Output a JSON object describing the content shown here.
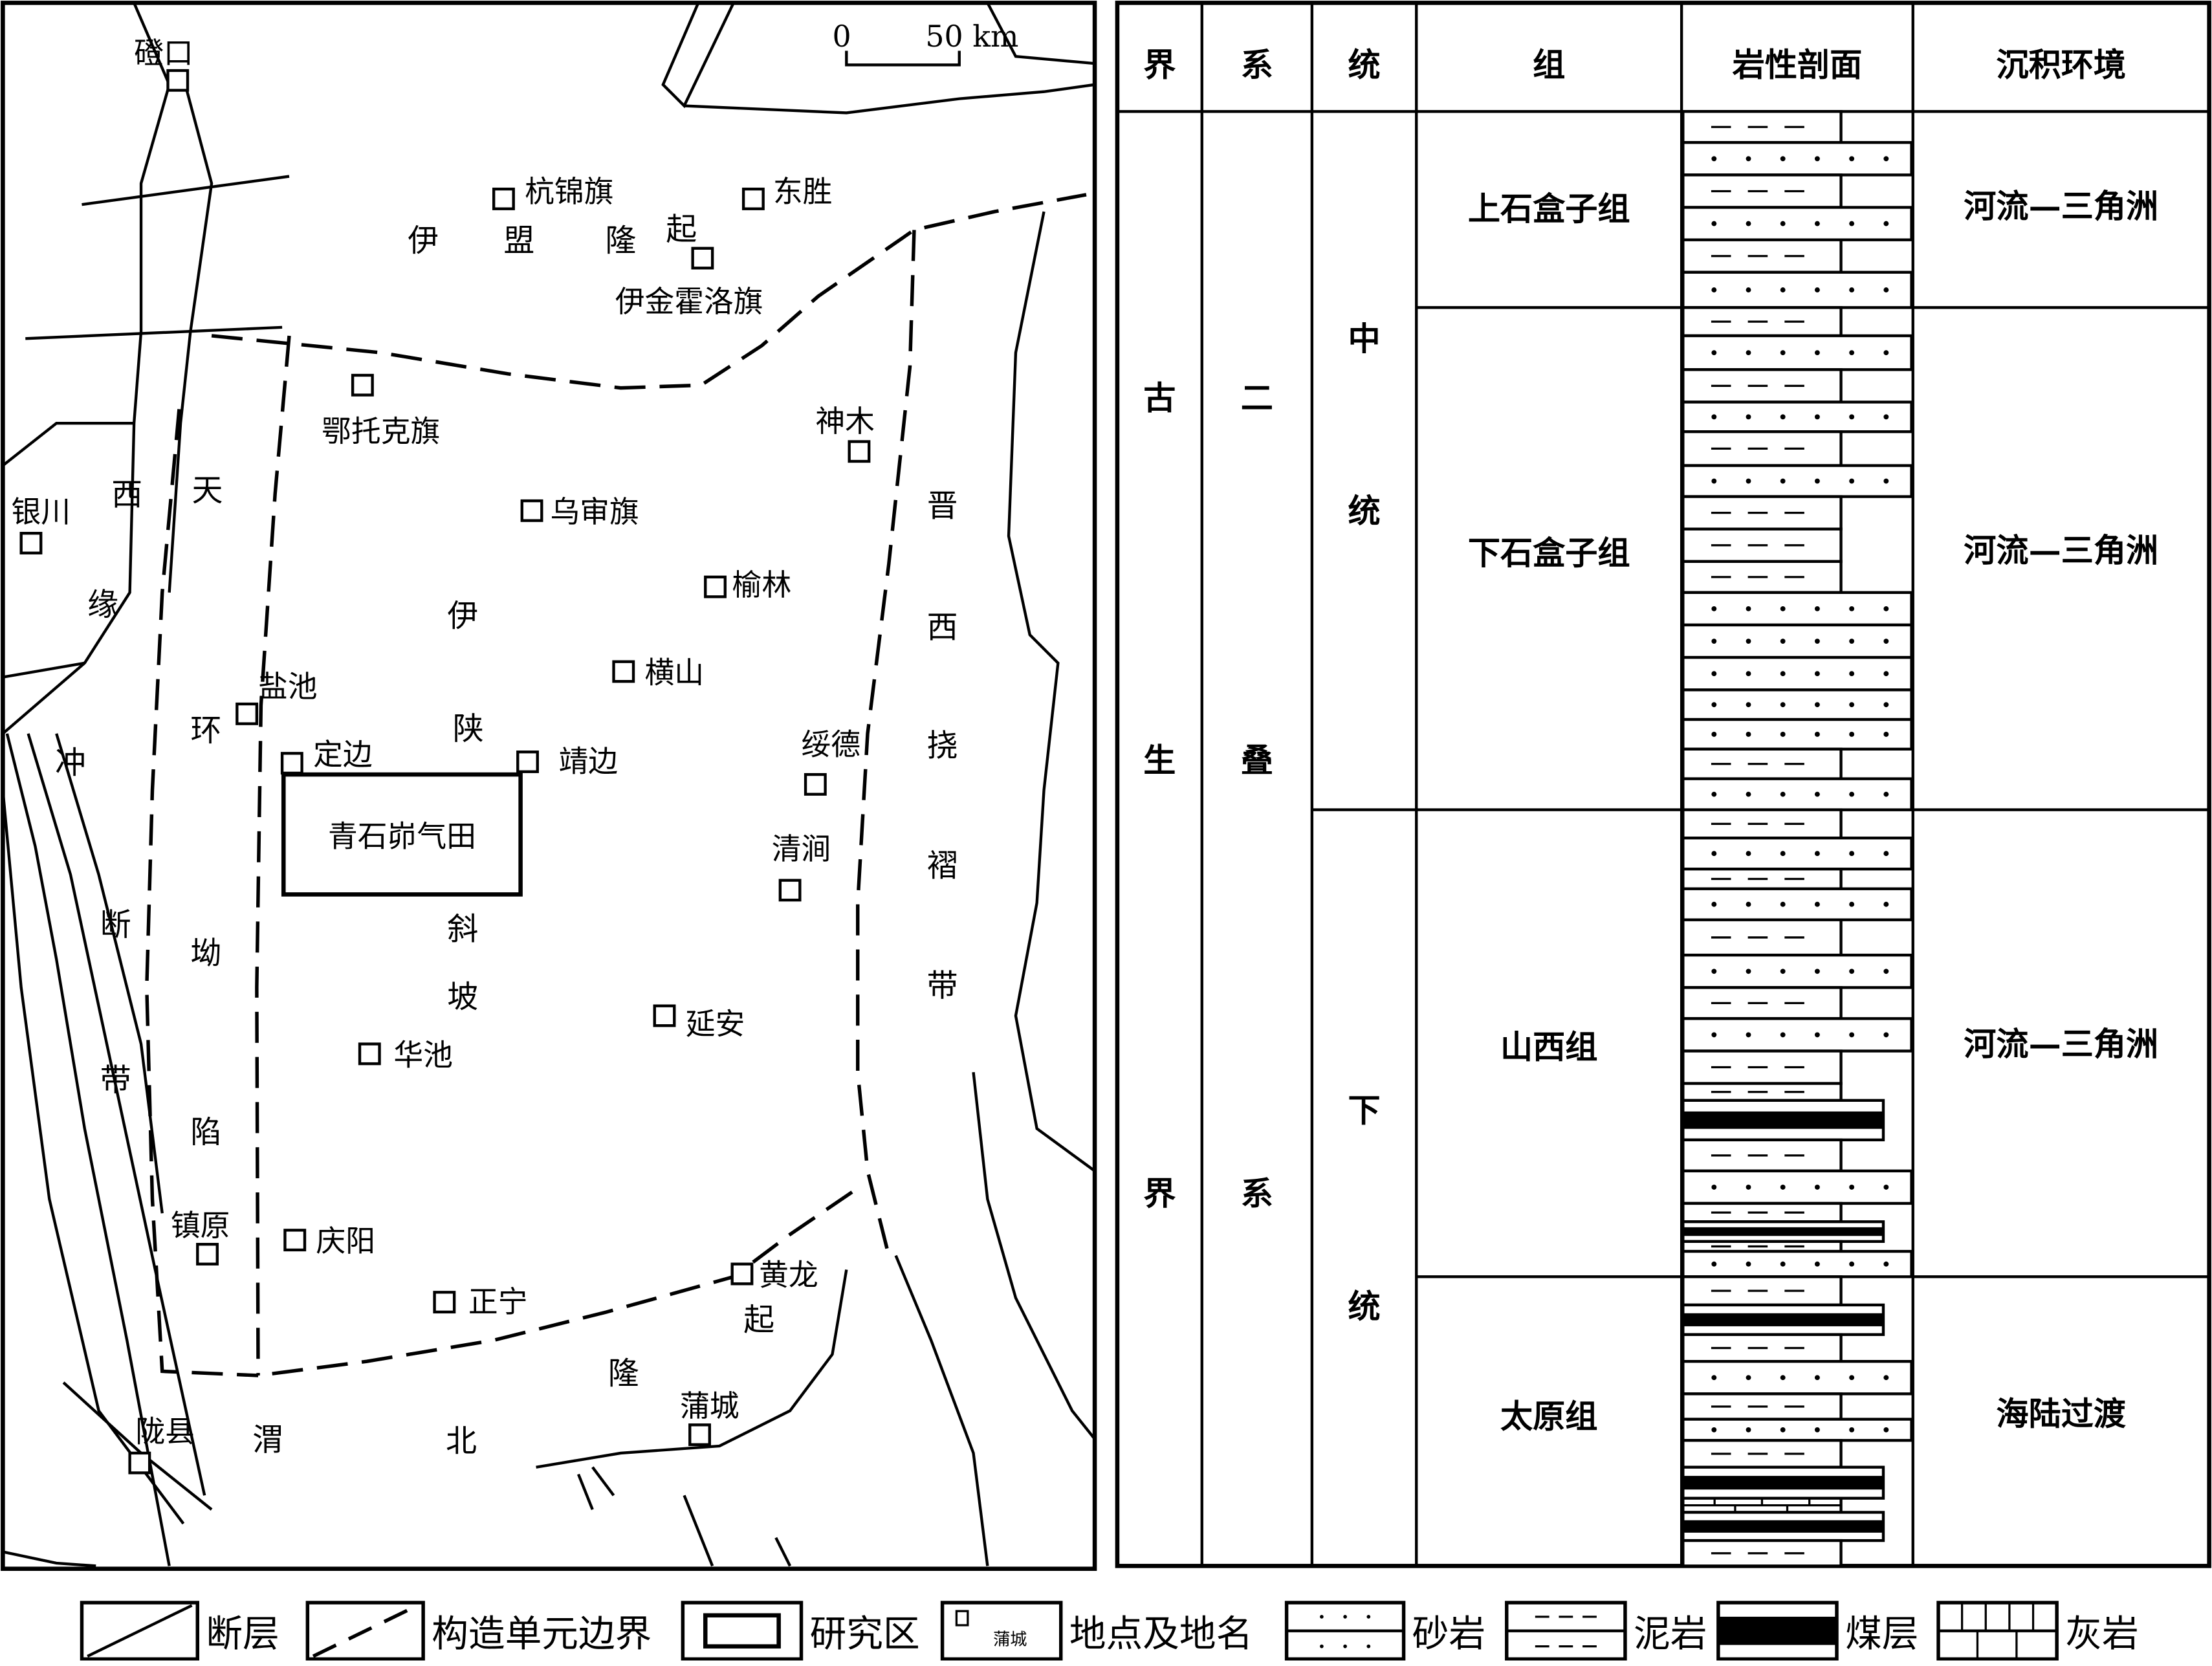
{
  "scale_bar": {
    "zero": "0",
    "value": "50 km"
  },
  "map": {
    "places": [
      "磴口",
      "杭锦旗",
      "东胜",
      "伊金霍洛旗",
      "鄂托克旗",
      "神木",
      "乌审旗",
      "银川",
      "榆林",
      "横山",
      "盐池",
      "定边",
      "靖边",
      "绥德",
      "清涧",
      "延安",
      "华池",
      "镇原",
      "庆阳",
      "正宁",
      "黄龙",
      "蒲城",
      "陇县"
    ],
    "study_area": "青石峁气田",
    "units": {
      "yimeng": [
        "伊",
        "盟",
        "隆",
        "起"
      ],
      "xiyuan": [
        "西",
        "缘",
        "冲",
        "断",
        "带"
      ],
      "tianhuan": [
        "天",
        "环",
        "坳",
        "陷"
      ],
      "yishan": [
        "伊",
        "陕",
        "斜",
        "坡"
      ],
      "jinxi": [
        "晋",
        "西",
        "挠",
        "褶",
        "带"
      ],
      "weibei": [
        "渭",
        "北",
        "隆",
        "起"
      ]
    }
  },
  "column": {
    "headers": [
      "界",
      "系",
      "统",
      "组",
      "岩性剖面",
      "沉积环境"
    ],
    "erathem": [
      "古",
      "生",
      "界"
    ],
    "system": [
      "二",
      "叠",
      "系"
    ],
    "series": [
      {
        "chars": [
          "中",
          "统"
        ]
      },
      {
        "chars": [
          "下",
          "统"
        ]
      }
    ],
    "formations": [
      {
        "name": "上石盒子组",
        "environment": "河流—三角洲"
      },
      {
        "name": "下石盒子组",
        "environment": "河流—三角洲"
      },
      {
        "name": "山西组",
        "environment": "河流—三角洲"
      },
      {
        "name": "太原组",
        "environment": "海陆过渡"
      }
    ],
    "layers": [
      "mud",
      "sand",
      "mud",
      "sand",
      "mud",
      "sand",
      "mud",
      "sand",
      "mud",
      "sand",
      "mud",
      "sand",
      "mud",
      "mud",
      "mud",
      "sand",
      "sand",
      "sand",
      "sand",
      "sand",
      "mud",
      "sand",
      "mud",
      "sand",
      "mud",
      "sand",
      "mud",
      "sand",
      "mud",
      "sand",
      "mud",
      "mud",
      "coal",
      "mud",
      "sand",
      "mud",
      "coal",
      "mud",
      "sand",
      "mud",
      "coal",
      "mud",
      "sand",
      "mud",
      "sand",
      "mud",
      "coal",
      "lime",
      "coal",
      "mud"
    ]
  },
  "legend": [
    {
      "key": "fault",
      "label": "断层"
    },
    {
      "key": "boundary",
      "label": "构造单元边界"
    },
    {
      "key": "study",
      "label": "研究区"
    },
    {
      "key": "place",
      "label": "地点及地名",
      "sample": "蒲城"
    },
    {
      "key": "sand",
      "label": "砂岩"
    },
    {
      "key": "mud",
      "label": "泥岩"
    },
    {
      "key": "coal",
      "label": "煤层"
    },
    {
      "key": "lime",
      "label": "灰岩"
    }
  ]
}
